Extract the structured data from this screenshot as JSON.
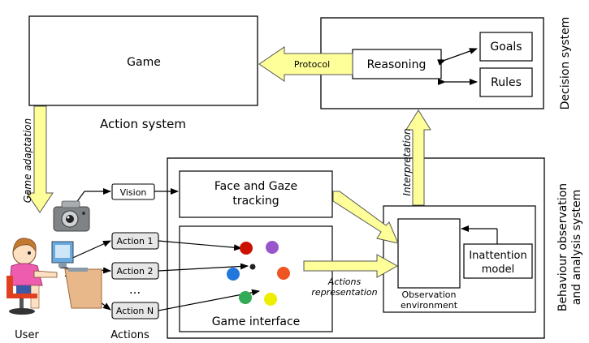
{
  "boxes": {
    "game": "Game",
    "reasoning": "Reasoning",
    "goals": "Goals",
    "rules": "Rules",
    "face_line1": "Face and Gaze",
    "face_line2": "tracking",
    "vision": "Vision",
    "action1": "Action 1",
    "action2": "Action 2",
    "actionN": "Action N",
    "ellipsis": "...",
    "game_interface": "Game interface",
    "observation_line1": "Observation",
    "observation_line2": "environment",
    "inattention_line1": "Inattention",
    "inattention_line2": "model"
  },
  "labels": {
    "action_system": "Action system",
    "decision_system": "Decision system",
    "behaviour_line1": "Behaviour observation",
    "behaviour_line2": "and analysis system",
    "user": "User",
    "actions": "Actions"
  },
  "arrows": {
    "protocol": "Protocol",
    "game_adaptation": "Game adaptation",
    "interpretation": "Interpretation",
    "actions_repr_line1": "Actions",
    "actions_repr_line2": "representation"
  },
  "colors": {
    "arrow_fill": "#ffff99",
    "dots": [
      "#cc1100",
      "#9955cc",
      "#2277dd",
      "#222222",
      "#ee5522",
      "#33aa55",
      "#eeee00"
    ]
  }
}
